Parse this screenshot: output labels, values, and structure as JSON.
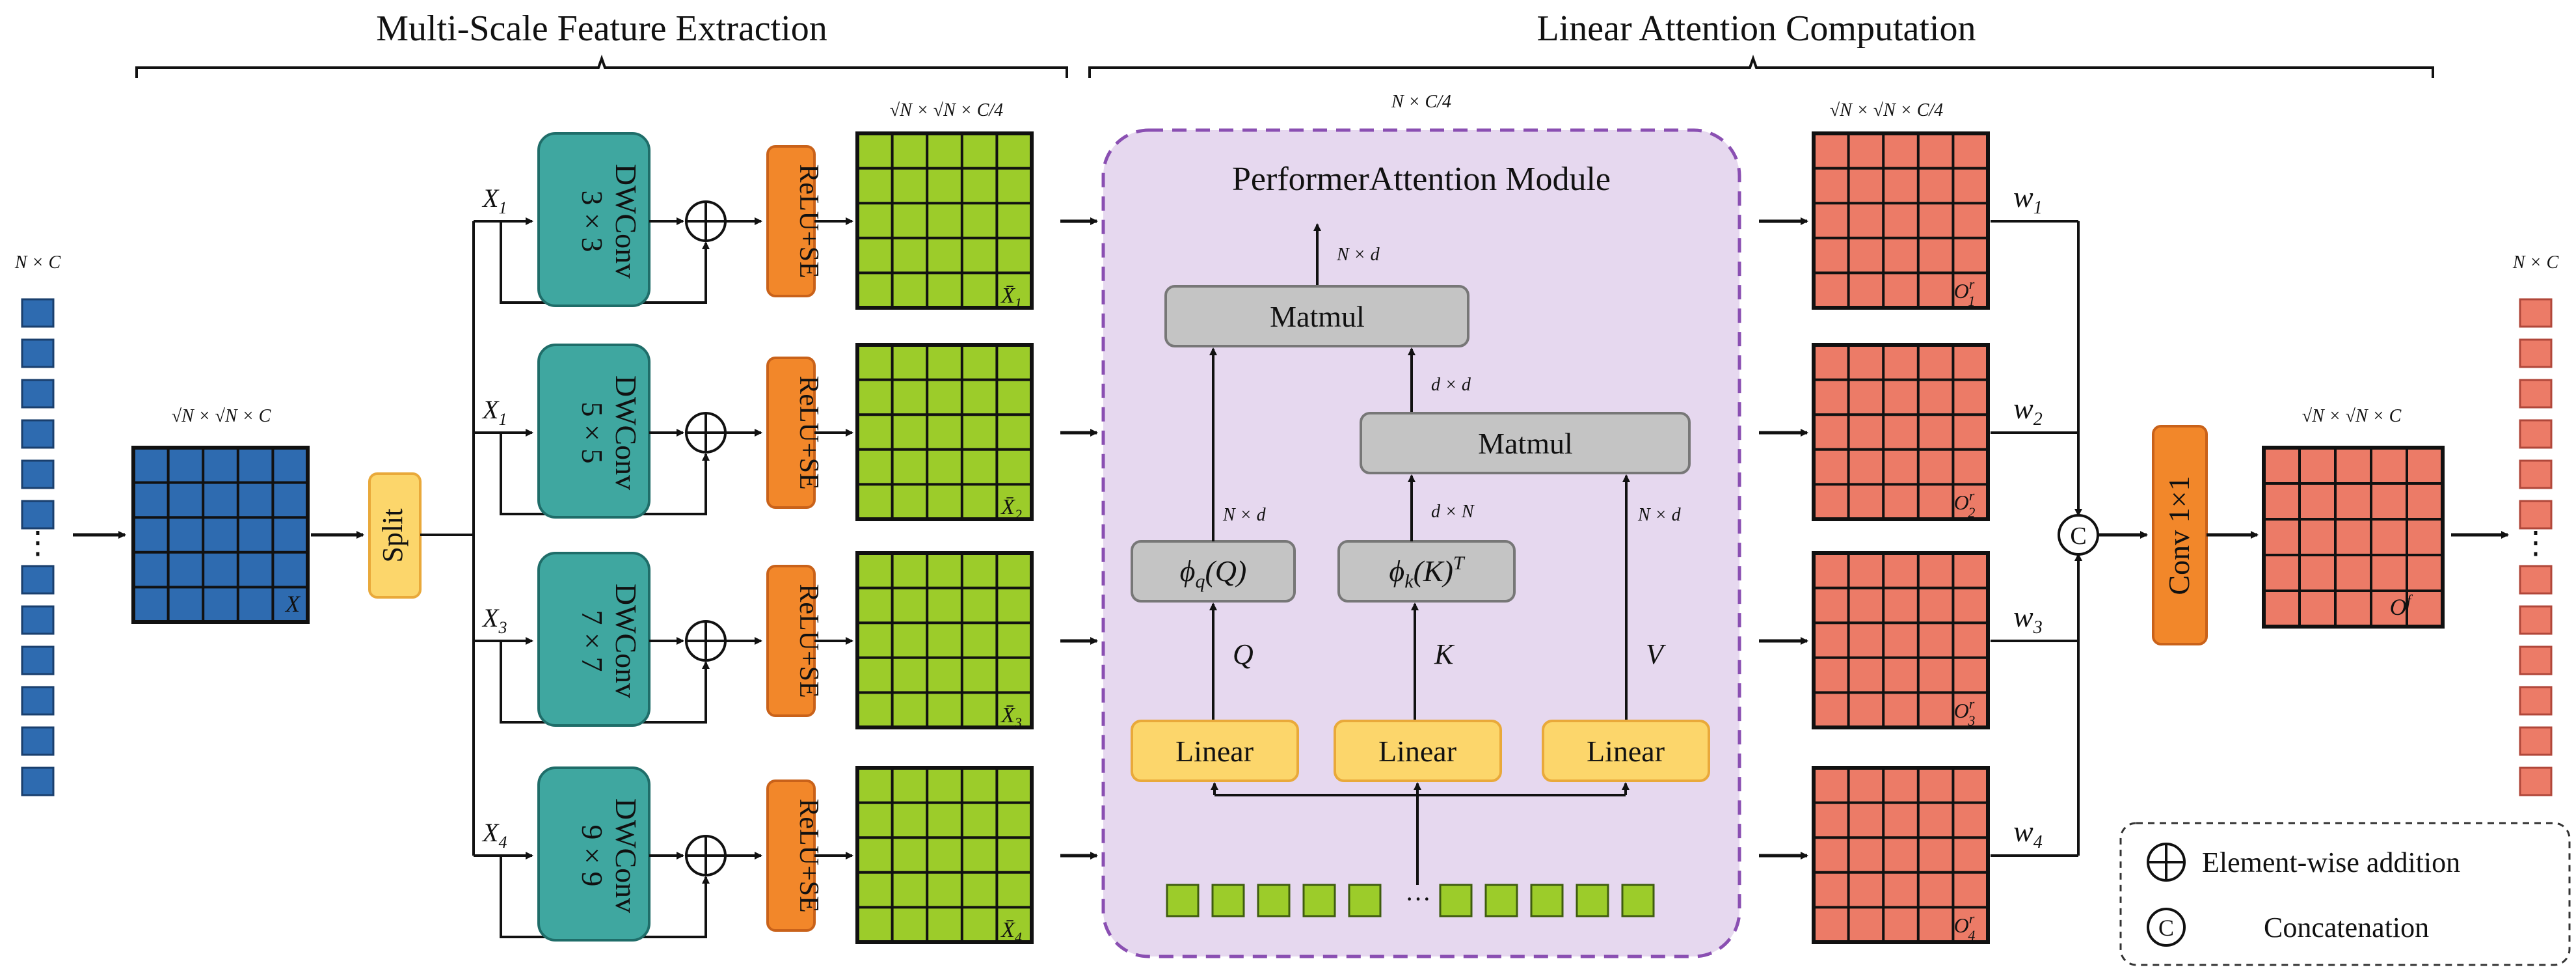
{
  "sections": {
    "left_title": "Multi-Scale Feature Extraction",
    "right_title": "Linear Attention Computation"
  },
  "input": {
    "token_dim": "N × C",
    "grid_dim": "√N × √N × C",
    "grid_label": "X",
    "ellipsis": "⋮"
  },
  "split_label": "Split",
  "branches": [
    {
      "input_label": "X",
      "input_sub": "1",
      "conv_title": "DWConv",
      "conv_kernel": "3 × 3",
      "act_label": "ReLU+SE",
      "feat_label": "X̄",
      "feat_sub": "1",
      "out_label": "O",
      "out_sub": "1",
      "out_sup": "r",
      "weight": "w",
      "weight_sub": "1"
    },
    {
      "input_label": "X",
      "input_sub": "1",
      "conv_title": "DWConv",
      "conv_kernel": "5 × 5",
      "act_label": "ReLU+SE",
      "feat_label": "X̄",
      "feat_sub": "2",
      "out_label": "O",
      "out_sub": "2",
      "out_sup": "r",
      "weight": "w",
      "weight_sub": "2"
    },
    {
      "input_label": "X",
      "input_sub": "3",
      "conv_title": "DWConv",
      "conv_kernel": "7 × 7",
      "act_label": "ReLU+SE",
      "feat_label": "X̄",
      "feat_sub": "3",
      "out_label": "O",
      "out_sub": "3",
      "out_sup": "r",
      "weight": "w",
      "weight_sub": "3"
    },
    {
      "input_label": "X",
      "input_sub": "4",
      "conv_title": "DWConv",
      "conv_kernel": "9 × 9",
      "act_label": "ReLU+SE",
      "feat_label": "X̄",
      "feat_sub": "4",
      "out_label": "O",
      "out_sub": "4",
      "out_sup": "r",
      "weight": "w",
      "weight_sub": "4"
    }
  ],
  "feat_dim": "√N × √N × C/4",
  "attention": {
    "module_title": "PerformerAttention Module",
    "top_dim": "N × C/4",
    "matmul_top": "Matmul",
    "matmul_mid": "Matmul",
    "out_dim": "N × d",
    "dd_dim": "d × d",
    "phi_q": "ϕq(Q)",
    "phi_k": "ϕk(K)T",
    "dim_q": "N × d",
    "dim_k": "d × N",
    "dim_v": "N × d",
    "q_label": "Q",
    "k_label": "K",
    "v_label": "V",
    "linear_q": "Linear",
    "linear_k": "Linear",
    "linear_v": "Linear",
    "token_ellipsis": "···"
  },
  "out_feat_dim": "√N × √N × C/4",
  "concat_symbol": "C",
  "conv_label": "Conv 1×1",
  "final": {
    "grid_dim": "√N × √N × C",
    "grid_label": "O",
    "grid_sup": "f",
    "token_dim": "N × C",
    "ellipsis": "⋮"
  },
  "legend": {
    "addition": "Element-wise addition",
    "concat": "Concatenation"
  },
  "colors": {
    "blue": "#2e6bb0",
    "green": "#9ccc2a",
    "red": "#ec7b67",
    "teal": "#3fa7a0",
    "orange": "#f2872a",
    "yellow": "#fcd66b",
    "purple_fill": "#e6d8ef",
    "purple_border": "#8a4fb2",
    "gray": "#c4c4c4"
  }
}
